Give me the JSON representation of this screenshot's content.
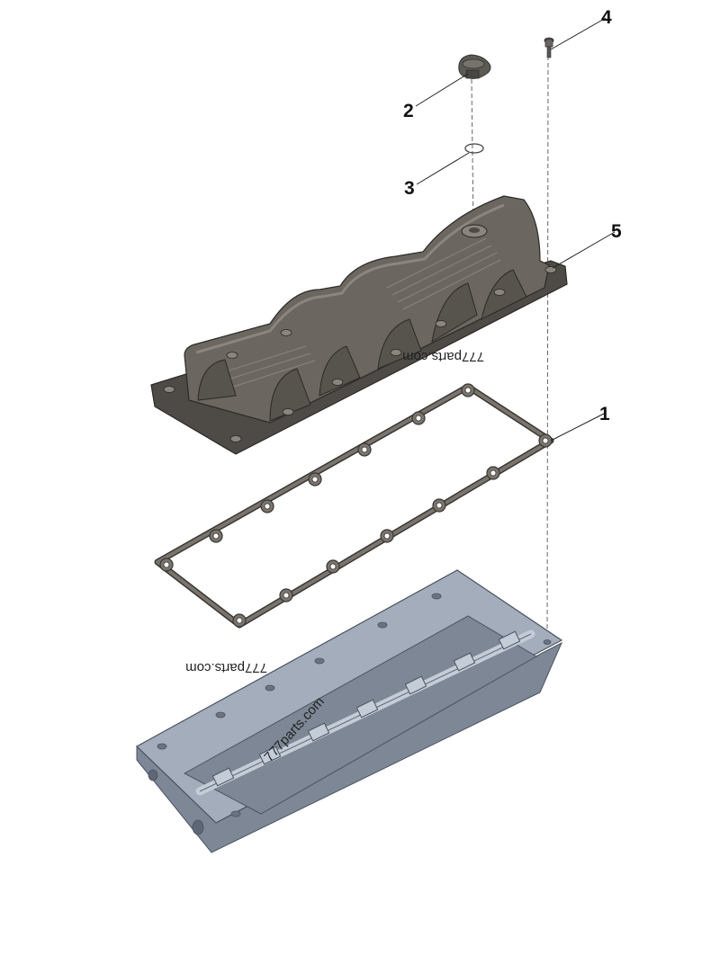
{
  "diagram": {
    "callouts": [
      {
        "id": "1",
        "label": "1"
      },
      {
        "id": "2",
        "label": "2"
      },
      {
        "id": "3",
        "label": "3"
      },
      {
        "id": "4",
        "label": "4"
      },
      {
        "id": "5",
        "label": "5"
      }
    ],
    "watermarks": [
      "777parts.com",
      "777parts.com",
      "777parts.com"
    ],
    "colors": {
      "valve_cover": "#6b6660",
      "valve_cover_dark": "#4e4a45",
      "valve_cover_light": "#8a857e",
      "gasket": "#7a746e",
      "cylinder_head": "#a3adbb",
      "cylinder_head_dark": "#7d8796",
      "cylinder_head_light": "#c4ccd7"
    }
  }
}
